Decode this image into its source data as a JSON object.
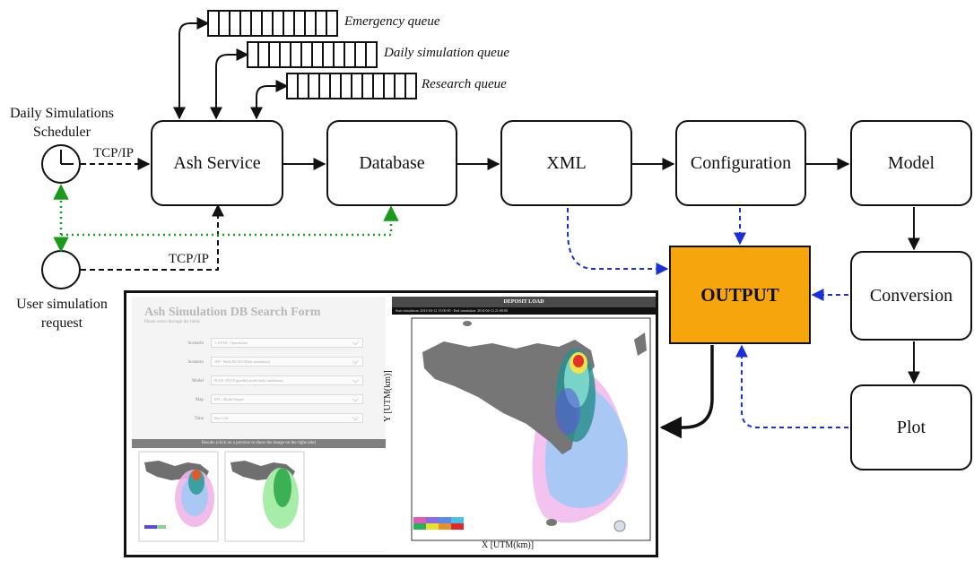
{
  "queues": {
    "emergency": "Emergency queue",
    "daily": "Daily simulation queue",
    "research": "Research queue"
  },
  "scheduler_label": "Daily Simulations\nScheduler",
  "user_request_label": "User simulation\nrequest",
  "protocols": {
    "top": "TCP/IP",
    "bottom": "TCP/IP"
  },
  "nodes": {
    "ash_service": "Ash Service",
    "database": "Database",
    "xml": "XML",
    "configuration": "Configuration",
    "model": "Model",
    "output": "OUTPUT",
    "conversion": "Conversion",
    "plot": "Plot"
  },
  "screenshot": {
    "form_title": "Ash Simulation DB Search Form",
    "form_subtitle": "Please select through the fields",
    "fields": [
      {
        "label": "Scenario",
        "value": "1: ETNA - Operational"
      },
      {
        "label": "Scenario",
        "value": "1FP - Week PLUS3 (Daily simulation)"
      },
      {
        "label": "Model",
        "value": "PLUS - PLUS (parallel model daily simulation)"
      },
      {
        "label": "Map",
        "value": "EF1 - Model Output"
      },
      {
        "label": "Time",
        "value": "Now 12h"
      }
    ],
    "thumb_bar": "Results (click on a preview to show the image on the right side)",
    "map_header": "DEPOSIT LOAD",
    "map_subheader": "Start simulation: 2014-04-12 15:00:00 - End simulation: 2014-04-12 21:00:00",
    "y_axis_label": "Y [UTM(km)]",
    "x_axis_label": "X [UTM(km)]"
  },
  "colors": {
    "output_fill": "#f6a60c",
    "dashed_blue": "#1a2fd6",
    "dotted_green": "#1a9a1a",
    "line": "#111111"
  }
}
